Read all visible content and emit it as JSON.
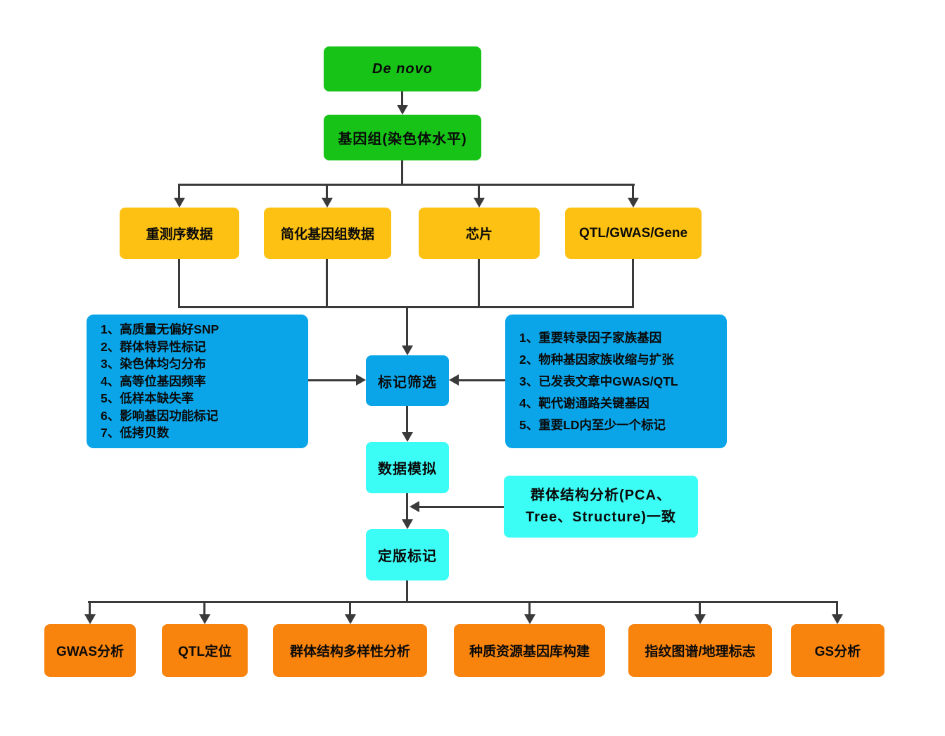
{
  "colors": {
    "green": "#17C317",
    "yellow": "#FDC113",
    "blue": "#0AA5E9",
    "cyan": "#3CFDF5",
    "orange": "#F8830D",
    "connector": "#3A3A3A"
  },
  "nodes": {
    "de_novo": "De novo",
    "genome": "基因组(染色体水平)",
    "resequencing": "重测序数据",
    "reduced_genome": "简化基因组数据",
    "chip": "芯片",
    "qtl_gwas_gene": "QTL/GWAS/Gene",
    "marker_screening": "标记筛选",
    "data_simulation": "数据模拟",
    "population_structure_note": "群体结构分析(PCA、\nTree、Structure)一致",
    "final_markers": "定版标记",
    "gwas_analysis": "GWAS分析",
    "qtl_mapping": "QTL定位",
    "population_diversity": "群体结构多样性分析",
    "germplasm_bank": "种质资源基因库构建",
    "fingerprint_geo": "指纹图谱/地理标志",
    "gs_analysis": "GS分析"
  },
  "left_criteria": {
    "items": [
      "1、高质量无偏好SNP",
      "2、群体特异性标记",
      "3、染色体均匀分布",
      "4、高等位基因频率",
      "5、低样本缺失率",
      "6、影响基因功能标记",
      "7、低拷贝数"
    ]
  },
  "right_criteria": {
    "items": [
      "1、重要转录因子家族基因",
      "2、物种基因家族收缩与扩张",
      "3、已发表文章中GWAS/QTL",
      "4、靶代谢通路关键基因",
      "5、重要LD内至少一个标记"
    ]
  }
}
